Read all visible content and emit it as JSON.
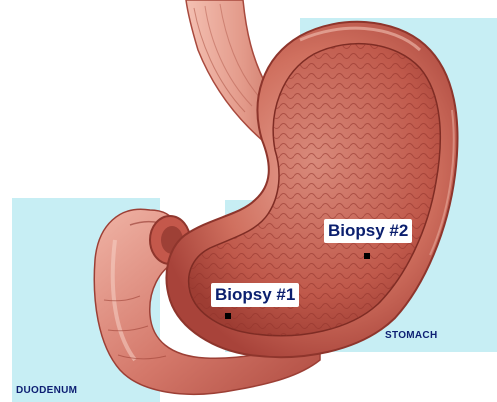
{
  "labels": {
    "biopsy_1": "Biopsy #1",
    "biopsy_2": "Biopsy #2",
    "stomach": "STOMACH",
    "duodenum": "DUODENUM"
  },
  "colors": {
    "panel": "#c7eef4",
    "tissue_outer": "#c95a4e",
    "tissue_light": "#e89c8c",
    "tissue_inner": "#b3473c",
    "label_text": "#0b1f6e",
    "marker": "#000000"
  }
}
